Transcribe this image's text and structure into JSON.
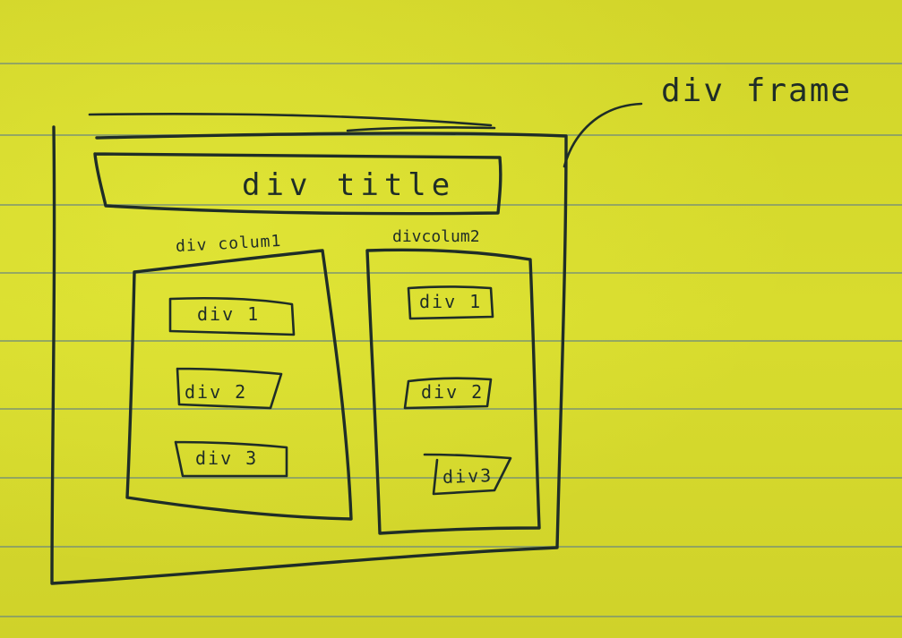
{
  "labels": {
    "frame": "div frame",
    "title": "div title",
    "column1": "div colum1",
    "column2": "divcolum2"
  },
  "column1_items": [
    "div 1",
    "div 2",
    "div 3"
  ],
  "column2_items": [
    "div 1",
    "div 2",
    "div3"
  ],
  "colors": {
    "paper": "#d6d92a",
    "rule_lines": "#6f8a7c",
    "ink": "#1f2d27"
  }
}
